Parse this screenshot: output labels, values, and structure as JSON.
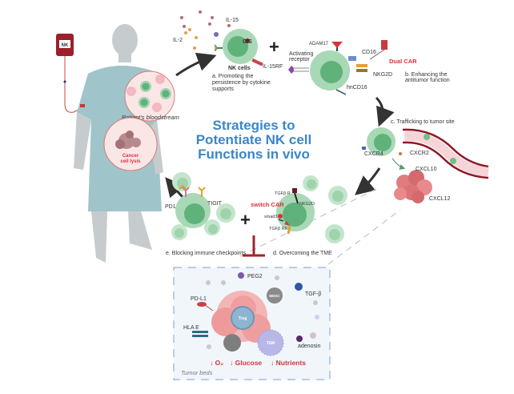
{
  "title": {
    "line1": "Strategies to",
    "line2": "Potentiate NK cell",
    "line3": "Functions in vivo"
  },
  "patient": {
    "bag_label": "NK",
    "bloodstream_label": "Patient's bloodstream",
    "lysis_line1": "Cancer",
    "lysis_line2": "cell lysis"
  },
  "panel_a": {
    "il15": "IL-15",
    "il2": "IL-2",
    "cis": "CIS",
    "nk_cells": "NK cells",
    "il15rf": "IL-15RF",
    "caption_line1": "a. Promoting the",
    "caption_line2": "persistence by cytokine",
    "caption_line3": "supports"
  },
  "panel_b": {
    "adam17": "ADAM17",
    "activating_line1": "Activating",
    "activating_line2": "receptor",
    "cd16": "CD16",
    "dual_car": "Dual CAR",
    "nkg2d": "NKG2D",
    "hncd16": "hnCD16",
    "caption_line1": "b. Enhancing the",
    "caption_line2": "antitumor function"
  },
  "panel_c": {
    "caption": "c. Trafficking to tumor site",
    "cxcr4": "CXCR4",
    "cxcr2": "CXCR2",
    "cxcl10": "CXCL10",
    "cxcl12": "CXCL12"
  },
  "panel_d": {
    "tgfb_r": "TGFβ R",
    "nkg2d": "NKG2D",
    "switch_car": "switch CAR",
    "smad3": "smad3",
    "tgfb_rii": "TGFβ RII",
    "caption": "d. Overcoming the TME"
  },
  "panel_e": {
    "pd1": "PD1",
    "tigit": "TIGIT",
    "caption": "e. Blocking immune checkpoints"
  },
  "tumor_bed": {
    "peg2": "PEG2",
    "tgf_b": "TGF-β",
    "pd_l1": "PD-L1",
    "mdsc": "MDSC",
    "treg": "Treg",
    "hla_e": "HLA E",
    "tam": "TAM",
    "adenosin": "adenosin",
    "o2": "↓ O₂",
    "glucose": "↓ Glucose",
    "nutrients": "↓ Nutrients",
    "label": "Tumor beds"
  },
  "colors": {
    "title_blue": "#3b86c8",
    "accent_red": "#d9343b",
    "nk_green": "#9fd3ad",
    "nk_nucleus": "#5fb27a",
    "patient_gown": "#9fc4c9",
    "vessel": "#8b1a24"
  }
}
